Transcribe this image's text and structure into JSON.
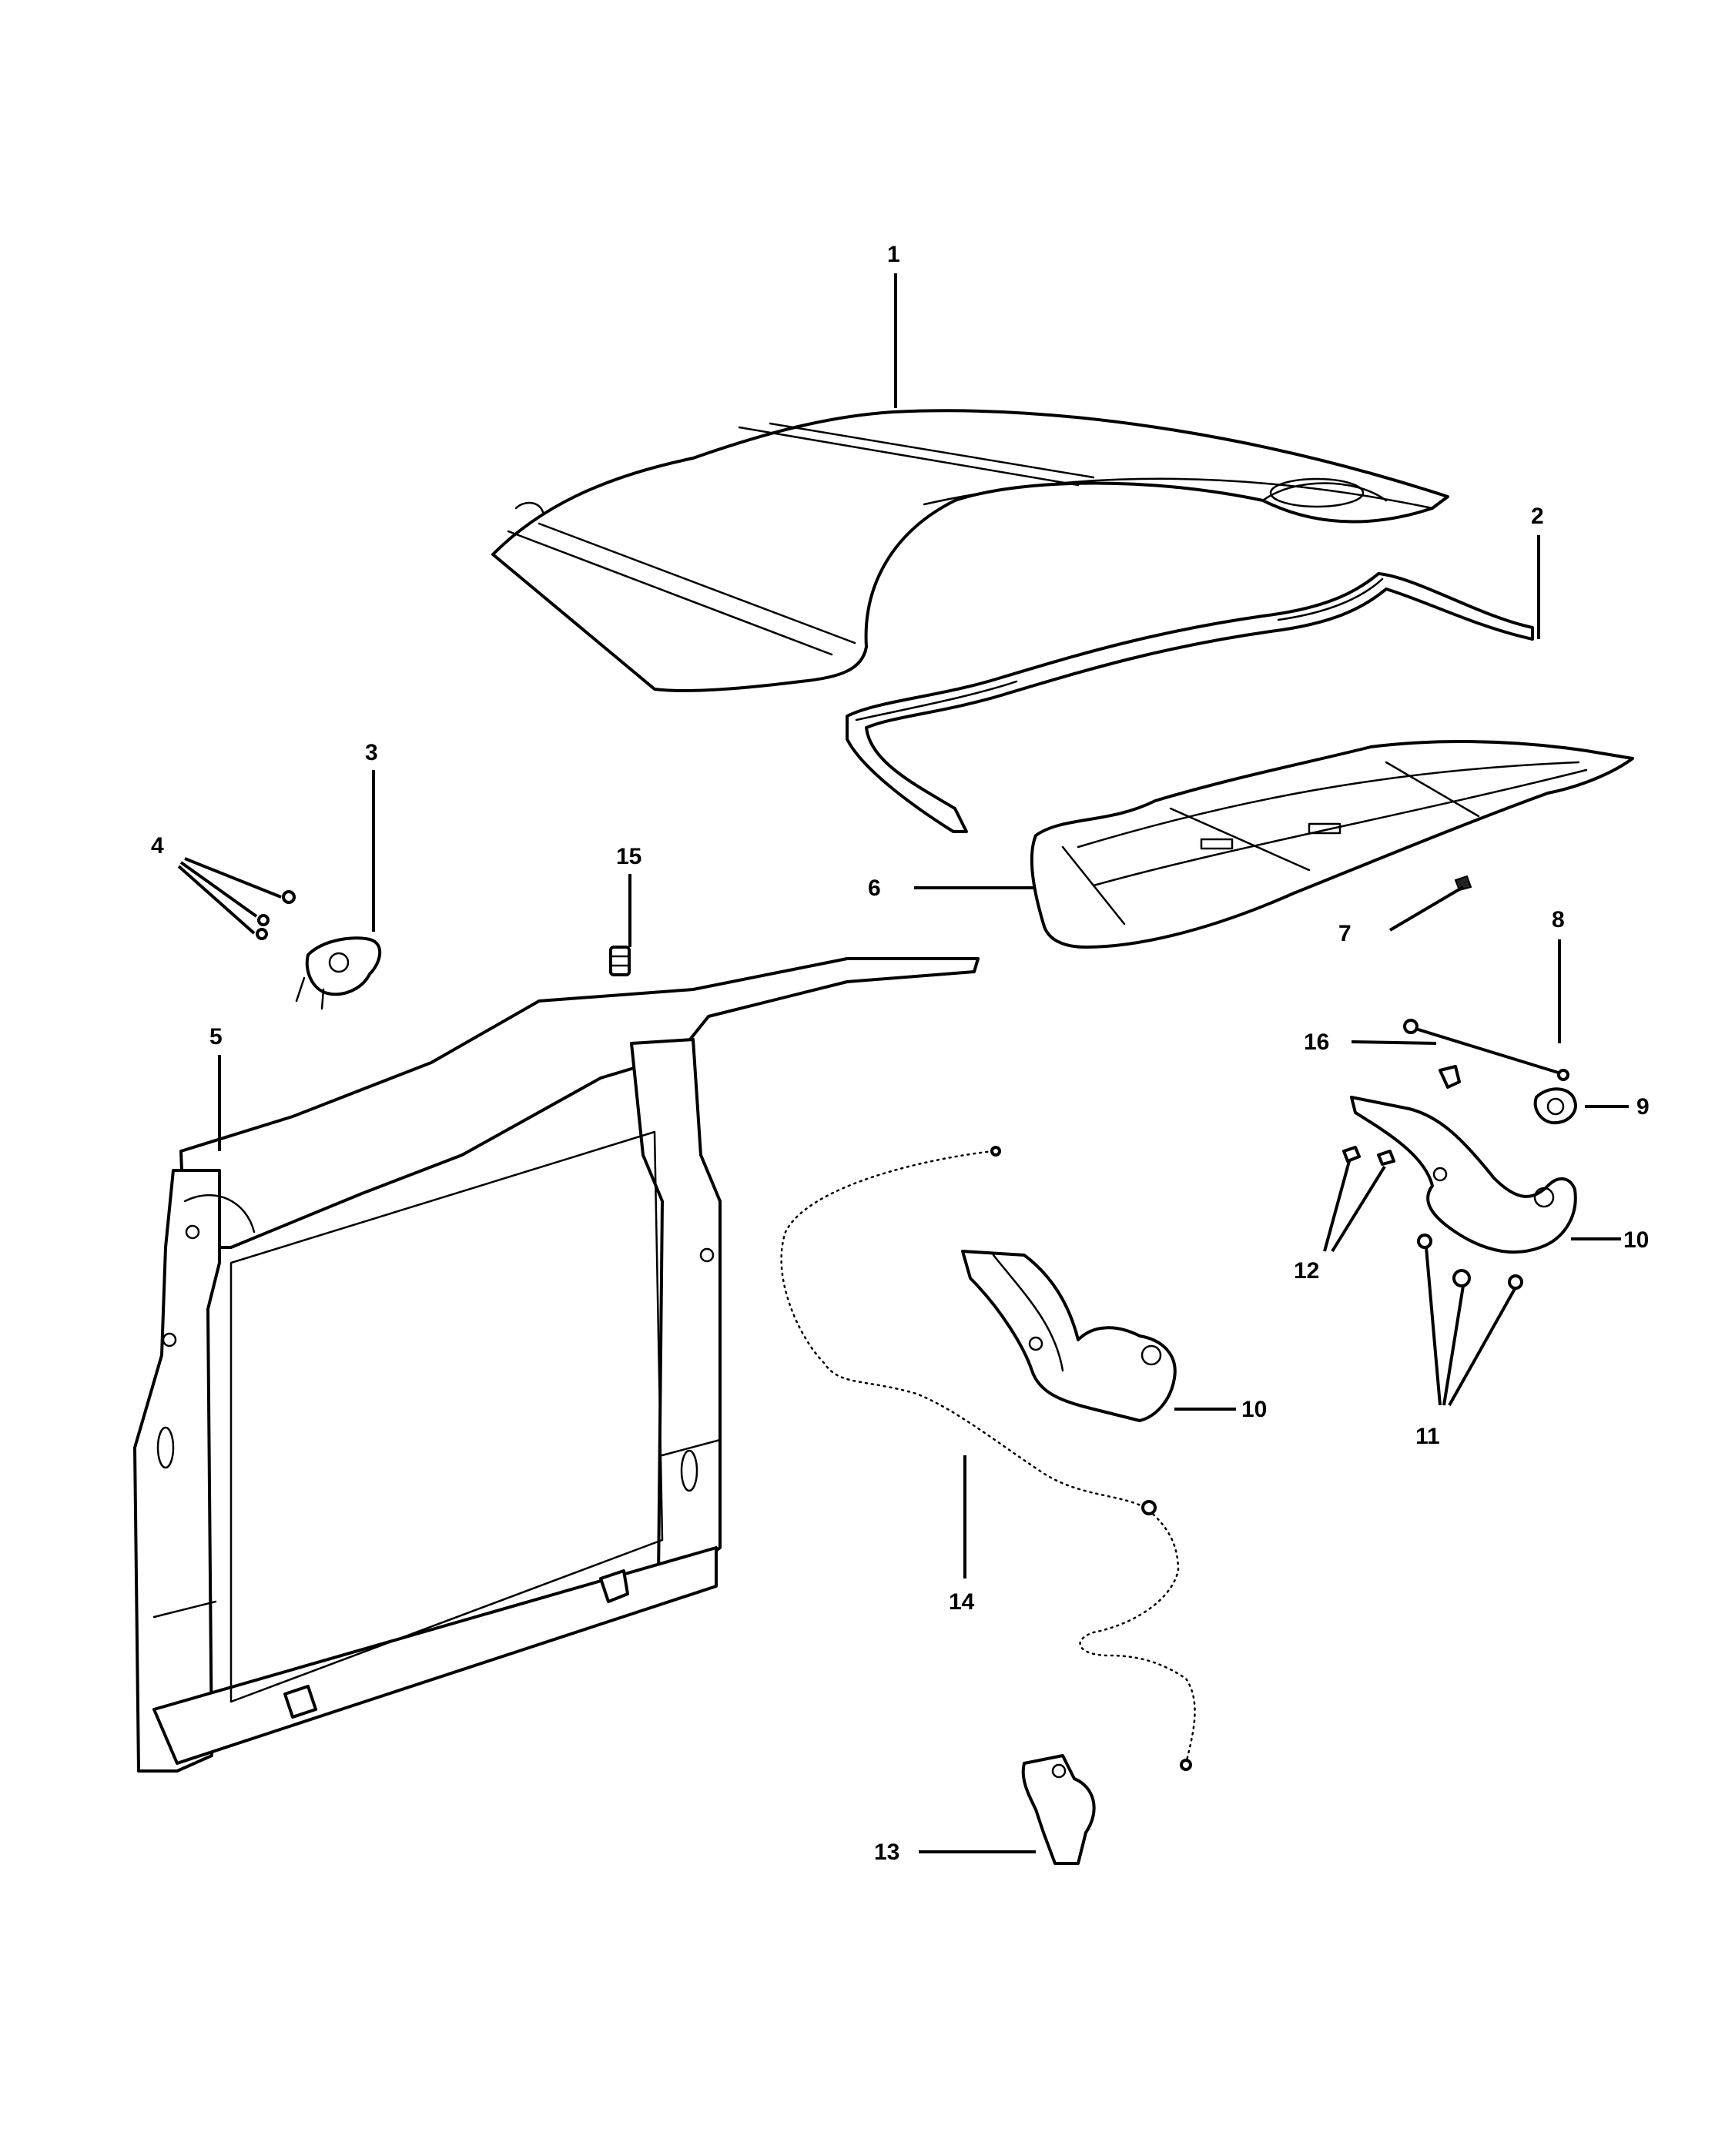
{
  "callouts": {
    "c1": "1",
    "c2": "2",
    "c3": "3",
    "c4": "4",
    "c5": "5",
    "c6": "6",
    "c7": "7",
    "c8": "8",
    "c9": "9",
    "c10a": "10",
    "c10b": "10",
    "c11": "11",
    "c12": "12",
    "c13": "13",
    "c14": "14",
    "c15": "15",
    "c16": "16"
  }
}
